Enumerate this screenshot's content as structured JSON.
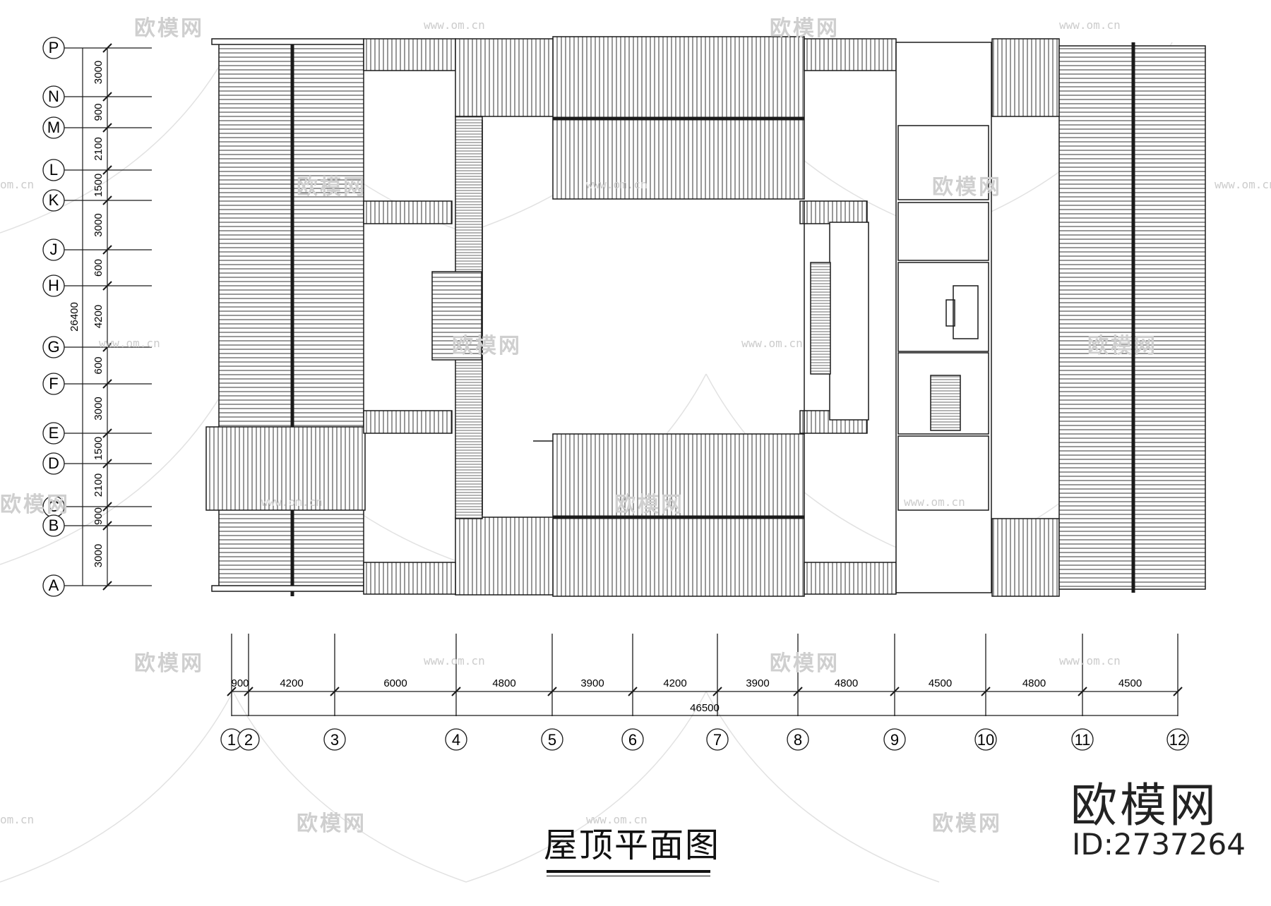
{
  "drawing": {
    "title": "屋顶平面图",
    "brand_name": "欧模网",
    "brand_id": "ID:2737264",
    "watermark_text": "欧模网",
    "watermark_url": "www.om.cn",
    "watermark_url_partial": "om.cn"
  },
  "row_axes": [
    "P",
    "N",
    "M",
    "L",
    "K",
    "J",
    "H",
    "G",
    "F",
    "E",
    "D",
    "C",
    "B",
    "A"
  ],
  "row_dimensions": [
    "3000",
    "900",
    "2100",
    "1500",
    "3000",
    "600",
    "4200",
    "600",
    "3000",
    "1500",
    "2100",
    "900",
    "3000"
  ],
  "row_total": "26400",
  "column_axes": [
    "1",
    "2",
    "3",
    "4",
    "5",
    "6",
    "7",
    "8",
    "9",
    "10",
    "11",
    "12"
  ],
  "column_dimensions": [
    "900",
    "4200",
    "6000",
    "4800",
    "3900",
    "4200",
    "3900",
    "4800",
    "4500",
    "4800",
    "4500"
  ],
  "column_total": "46500",
  "colors": {
    "line": "#1a1a1a",
    "watermark": "#d0d0d0",
    "background": "#ffffff"
  }
}
